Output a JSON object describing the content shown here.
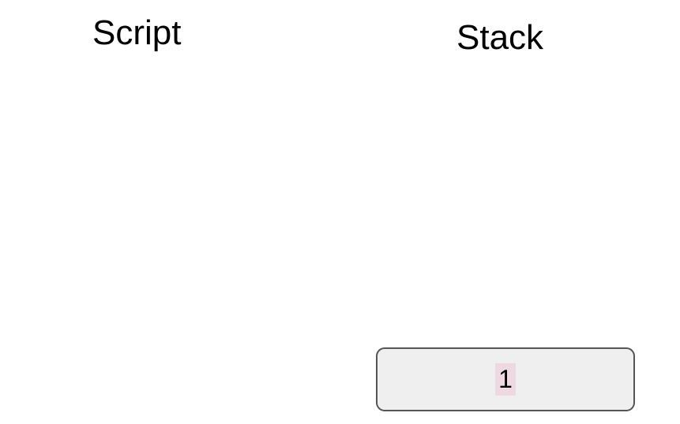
{
  "app": {
    "background_color": "#ffffff"
  },
  "panes": [
    {
      "id": "script",
      "title": "Script",
      "body_text": ""
    },
    {
      "id": "stack",
      "title": "Stack",
      "body_text": ""
    }
  ],
  "stack": {
    "title": "Stack",
    "frames": [
      {
        "value": "1",
        "highlighted": true,
        "fill_color": "#efefef",
        "border_color": "#555555",
        "highlight_color": "#eed9e3",
        "text_color": "#000000"
      }
    ]
  },
  "script": {
    "title": "Script",
    "lines": []
  }
}
